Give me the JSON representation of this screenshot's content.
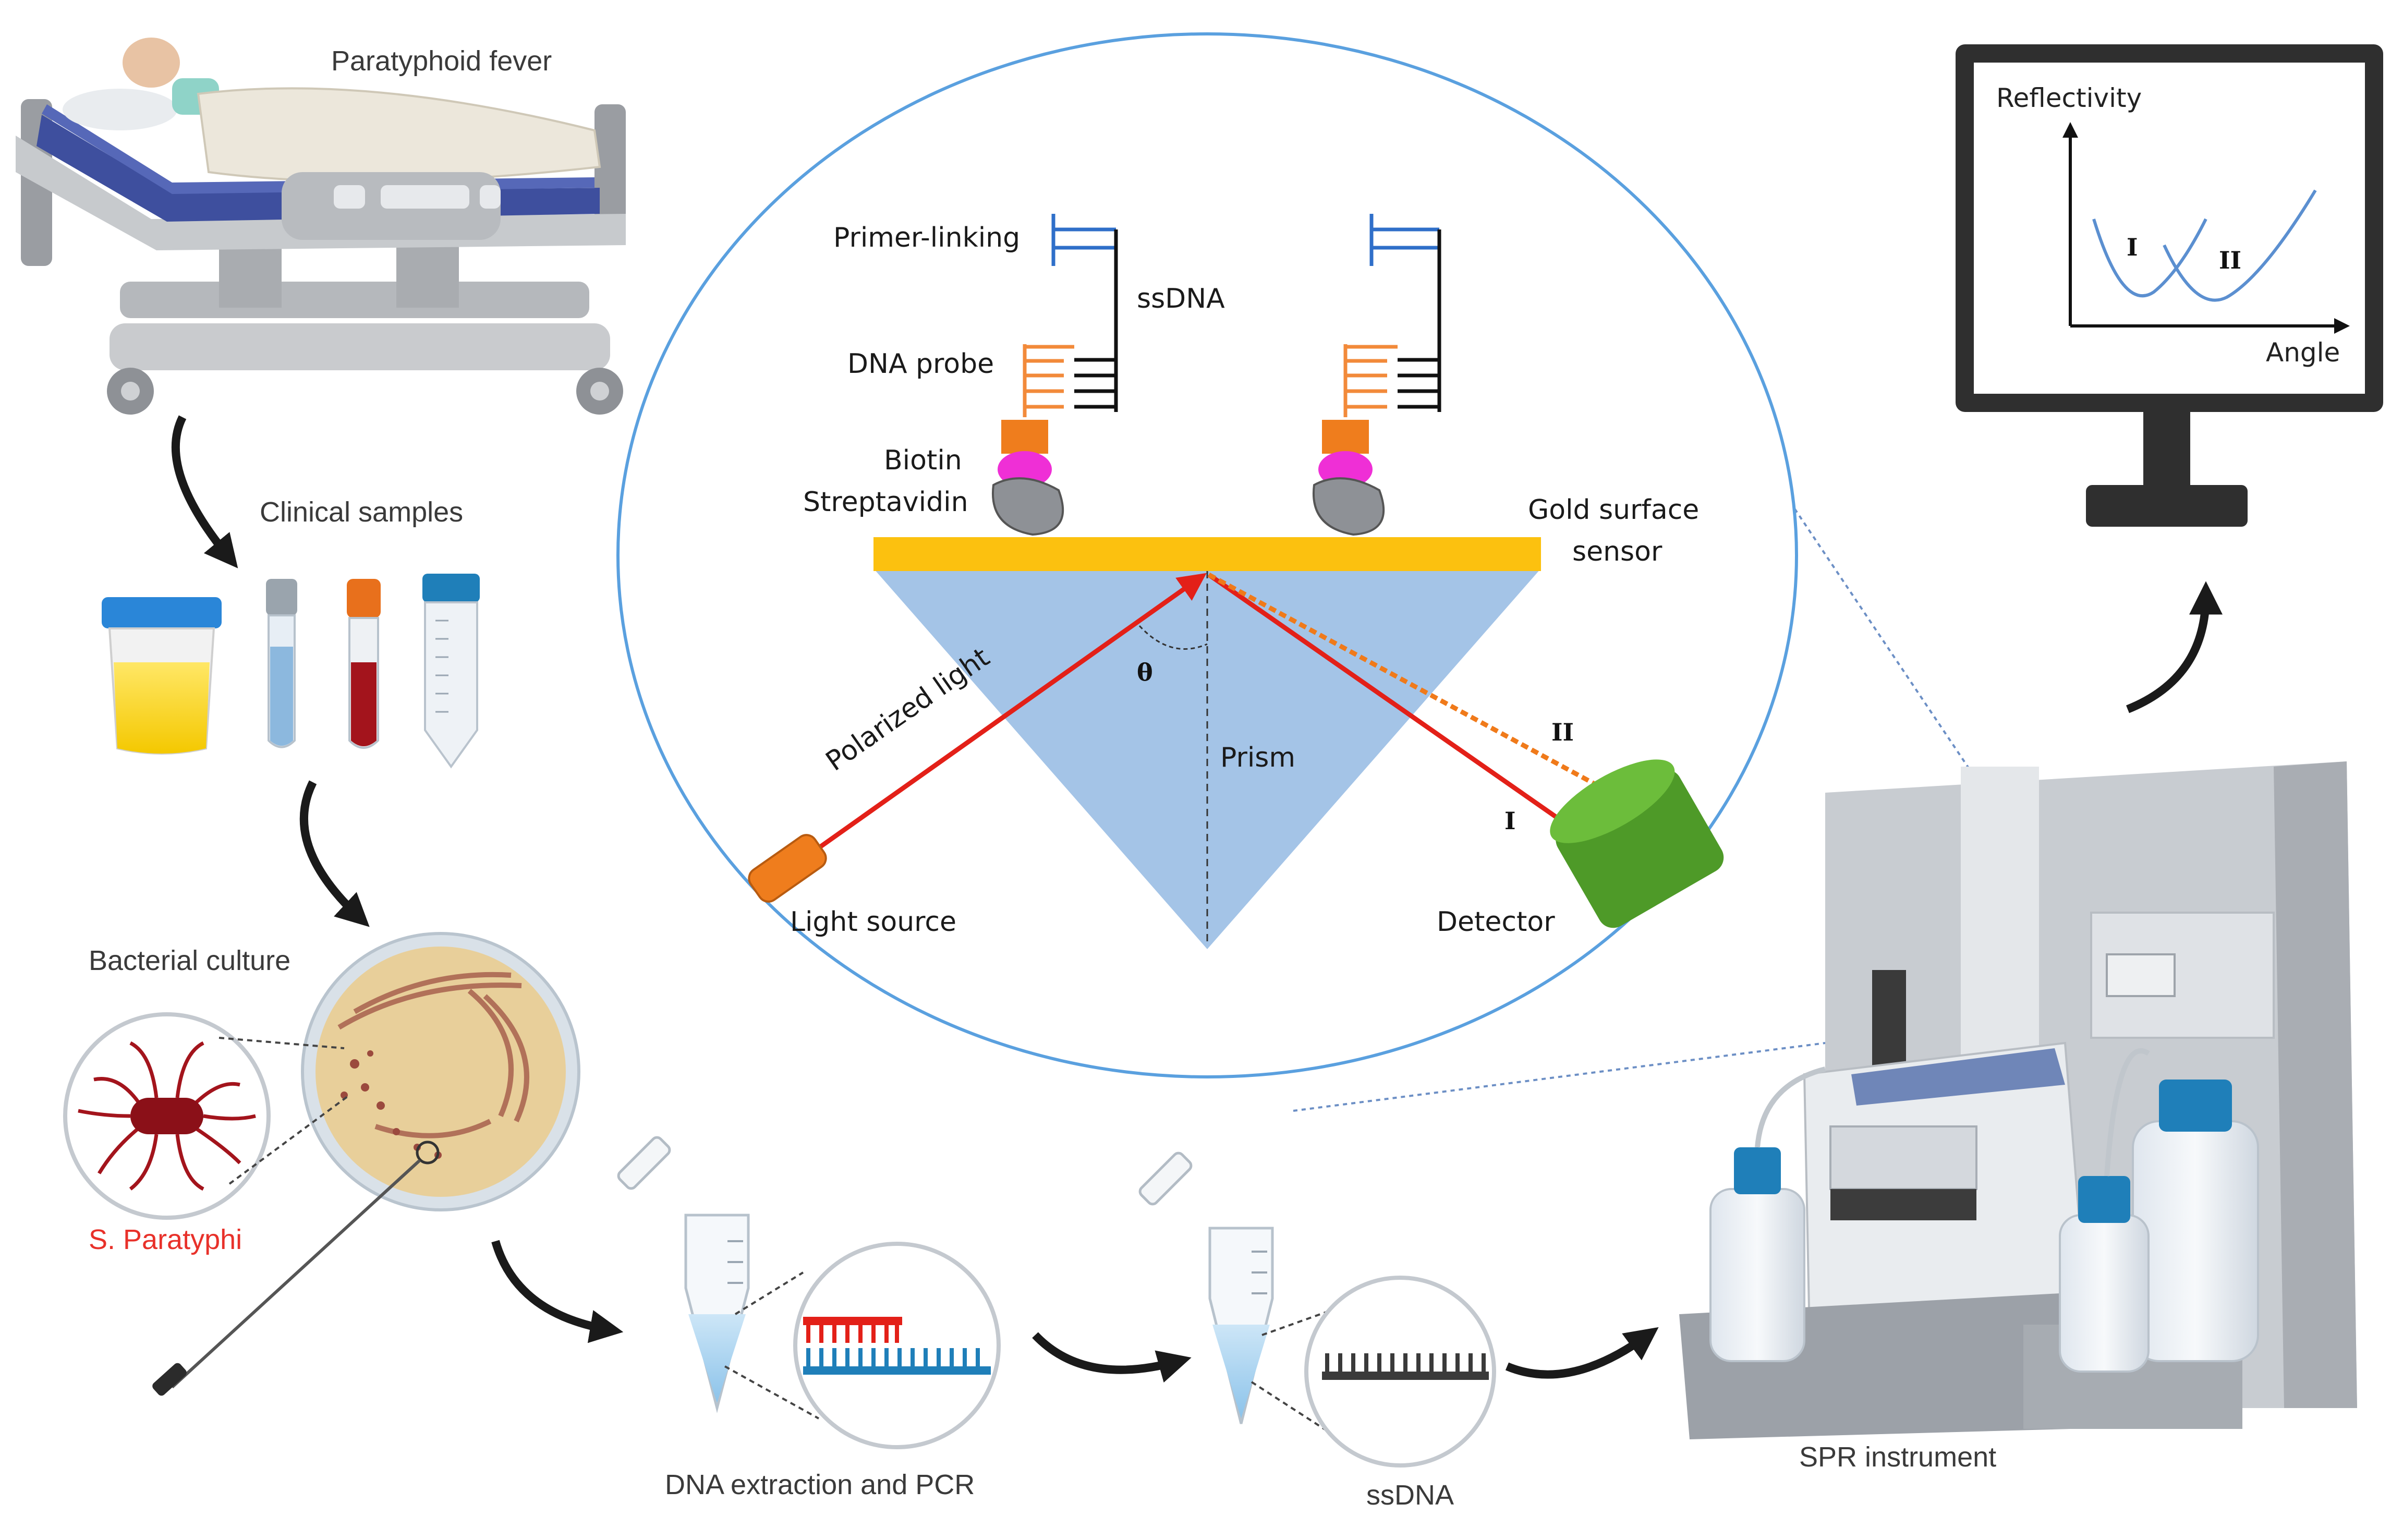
{
  "labels": {
    "paratyphoid": "Paratyphoid fever",
    "clinical_samples": "Clinical samples",
    "bacterial_culture": "Bacterial culture",
    "s_paratyphi": "S. Paratyphi",
    "dna_extraction": "DNA extraction and PCR",
    "ssdna_bottom": "ssDNA",
    "spr_instrument": "SPR instrument"
  },
  "inset": {
    "primer_linking": "Primer-linking",
    "ssdna": "ssDNA",
    "dna_probe": "DNA probe",
    "biotin": "Biotin",
    "streptavidin": "Streptavidin",
    "gold_line1": "Gold surface",
    "gold_line2": "sensor",
    "theta": "θ",
    "polarized_light": "Polarized light",
    "prism": "Prism",
    "light_source": "Light source",
    "detector": "Detector",
    "beam_1": "I",
    "beam_2": "II"
  },
  "monitor": {
    "y_label": "Reflectivity",
    "x_label": "Angle",
    "curve_1": "I",
    "curve_2": "II"
  },
  "colors": {
    "arrow": "#222222",
    "gold": "#fcc10f",
    "prism": "#9fc1e6",
    "laser": "#e32018",
    "shifted_beam": "#f07a1a",
    "detector": "#5aae2e",
    "probe": "#f28a3a",
    "primer": "#2f6fc9",
    "streptavidin": "#ef2fd6",
    "inset_border": "#5aa0df",
    "curve": "#5b8fd0"
  }
}
